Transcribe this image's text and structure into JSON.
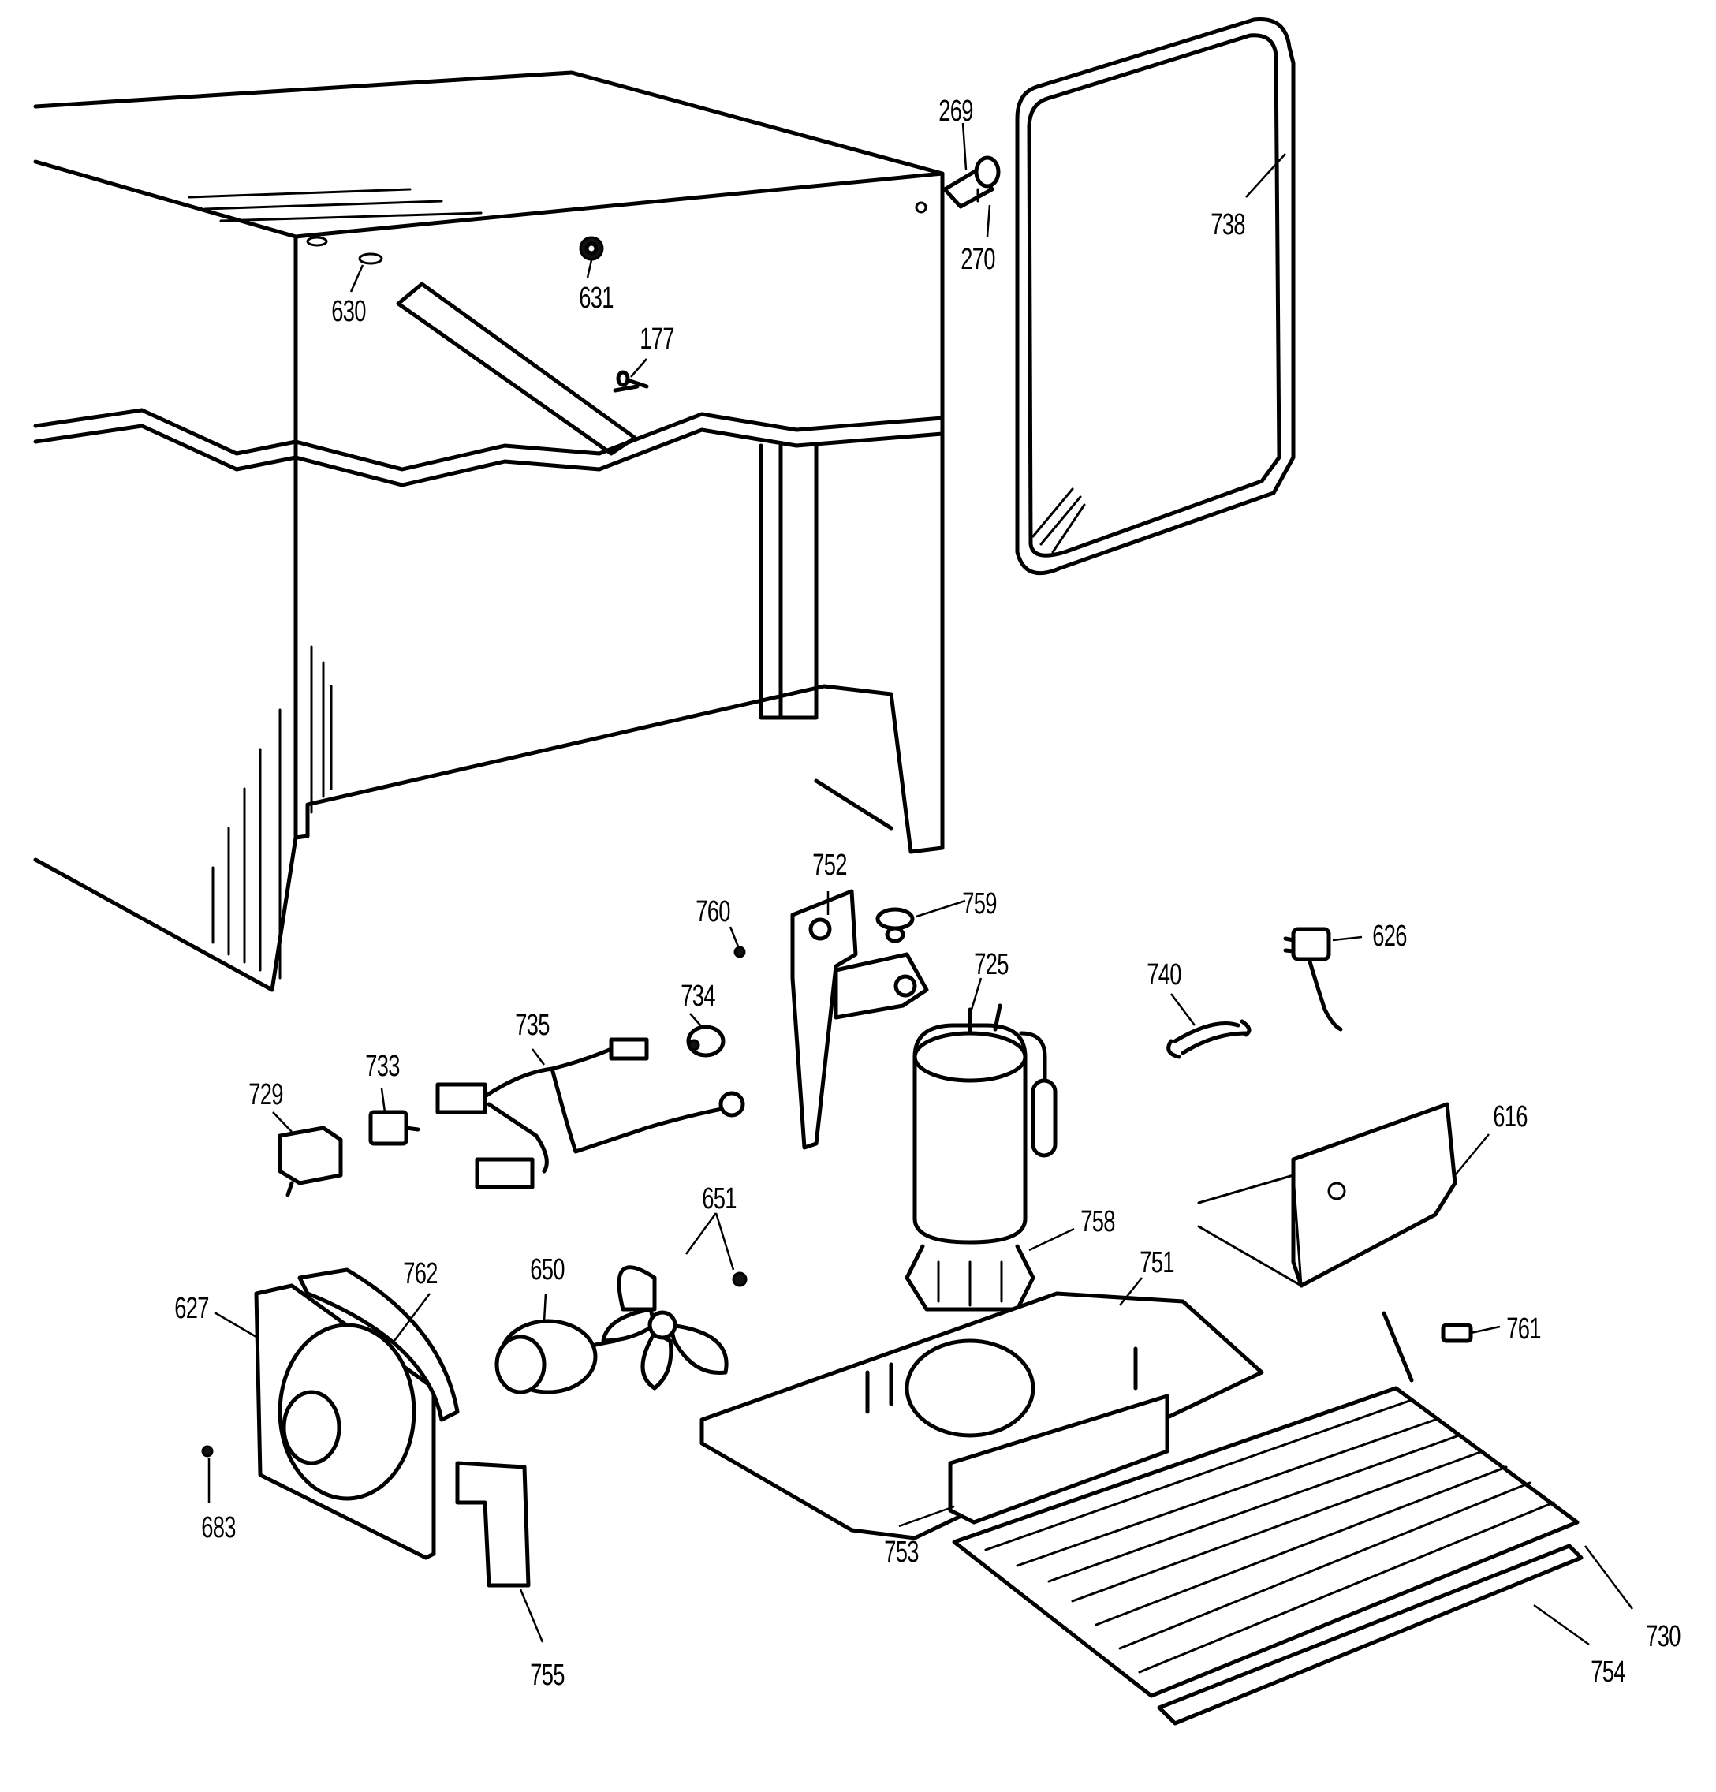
{
  "parts": [
    {
      "id": "p269",
      "label": "269"
    },
    {
      "id": "p270",
      "label": "270"
    },
    {
      "id": "p738",
      "label": "738"
    },
    {
      "id": "p630",
      "label": "630"
    },
    {
      "id": "p631",
      "label": "631"
    },
    {
      "id": "p177",
      "label": "177"
    },
    {
      "id": "p752",
      "label": "752"
    },
    {
      "id": "p760",
      "label": "760"
    },
    {
      "id": "p759",
      "label": "759"
    },
    {
      "id": "p725",
      "label": "725"
    },
    {
      "id": "p740",
      "label": "740"
    },
    {
      "id": "p626",
      "label": "626"
    },
    {
      "id": "p734",
      "label": "734"
    },
    {
      "id": "p735",
      "label": "735"
    },
    {
      "id": "p733",
      "label": "733"
    },
    {
      "id": "p729",
      "label": "729"
    },
    {
      "id": "p616",
      "label": "616"
    },
    {
      "id": "p651",
      "label": "651"
    },
    {
      "id": "p758",
      "label": "758"
    },
    {
      "id": "p650",
      "label": "650"
    },
    {
      "id": "p751",
      "label": "751"
    },
    {
      "id": "p627",
      "label": "627"
    },
    {
      "id": "p762",
      "label": "762"
    },
    {
      "id": "p761",
      "label": "761"
    },
    {
      "id": "p683",
      "label": "683"
    },
    {
      "id": "p753",
      "label": "753"
    },
    {
      "id": "p755",
      "label": "755"
    },
    {
      "id": "p730",
      "label": "730"
    },
    {
      "id": "p754",
      "label": "754"
    }
  ]
}
